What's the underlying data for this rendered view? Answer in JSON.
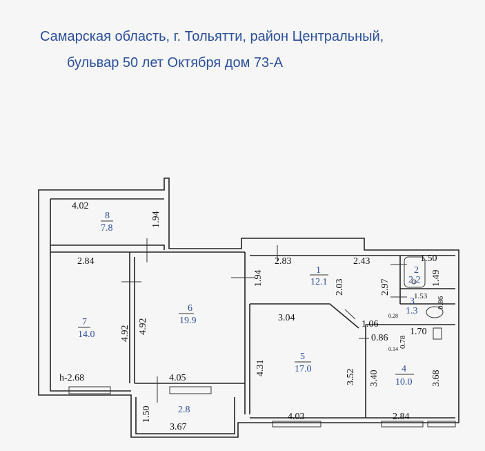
{
  "address": {
    "line1": "Самарская область, г. Тольятти,  район Центральный,",
    "line2": "бульвар 50 лет Октября дом 73-А"
  },
  "rooms": [
    {
      "number": "1",
      "area": "12.1"
    },
    {
      "number": "2",
      "area": "2.2"
    },
    {
      "number": "3",
      "area": "1.3"
    },
    {
      "number": "4",
      "area": "10.0"
    },
    {
      "number": "5",
      "area": "17.0"
    },
    {
      "number": "6",
      "area": "19.9"
    },
    {
      "number": "7",
      "area": "14.0"
    },
    {
      "number": "8",
      "area": "7.8"
    },
    {
      "number": "",
      "area": "2.8"
    }
  ],
  "dimensions": {
    "r8_width": "4.02",
    "r8_depth": "1.94",
    "r7_width": "2.84",
    "r7_depth": "4.92",
    "height": "h-2.68",
    "r6_depth_left": "4.92",
    "r6_depth_right": "1.94",
    "r6_width": "4.05",
    "balcony_depth": "1.50",
    "balcony_width": "3.67",
    "r1_left": "2.83",
    "r1_right": "2.43",
    "r1_depth": "2.03",
    "r1_side": "2.97",
    "r2_width": "1.50",
    "r2_depth": "1.49",
    "r3_width": "1.53",
    "r3_depth": "0.86",
    "r5_top": "3.04",
    "r5_left": "4.31",
    "r5_right": "3.52",
    "r5_bottom": "4.03",
    "door_a": "1.06",
    "door_b": "0.86",
    "door_c": "1.70",
    "door_d": "0.78",
    "small_a": "0.28",
    "small_b": "0.14",
    "r4_left": "3.40",
    "r4_right": "3.68",
    "r4_bottom": "2.84"
  }
}
